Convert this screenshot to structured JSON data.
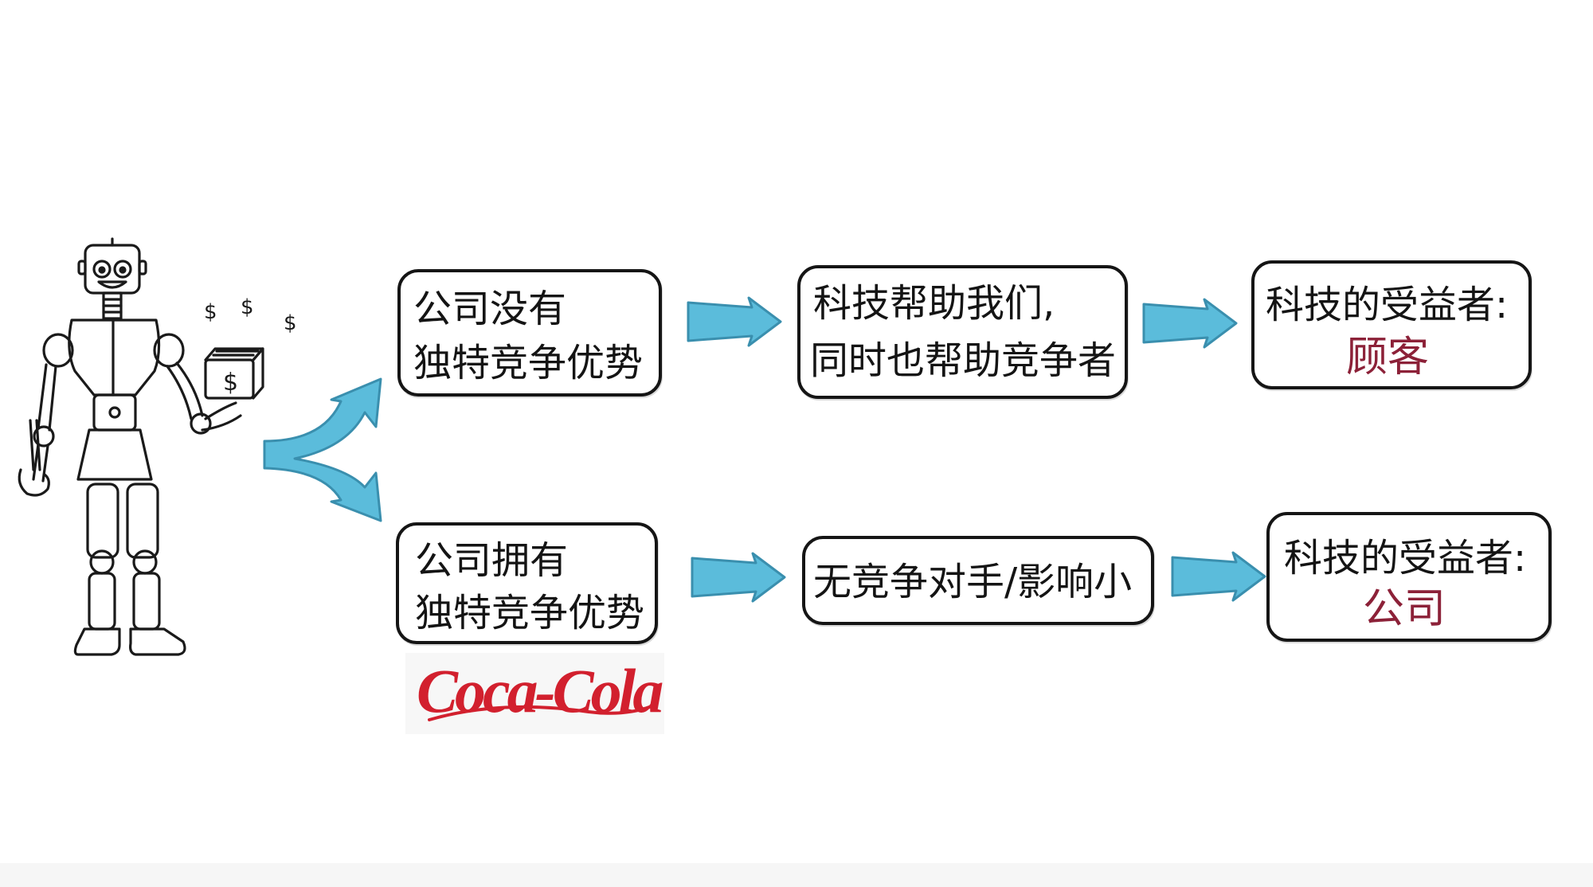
{
  "colors": {
    "arrow_fill": "#5bbcdb",
    "arrow_stroke": "#3a8fae",
    "box_border": "#151515",
    "accent_text": "#8c2138",
    "logo_red": "#d2202e",
    "background": "#ffffff"
  },
  "icons": {
    "robot": "robot-holding-money-box-icon",
    "logo": "coca-cola-logo"
  },
  "diagram": {
    "top_row": {
      "cause": [
        "公司没有",
        "独特竞争优势"
      ],
      "effect": [
        "科技帮助我们,",
        "同时也帮助竞争者"
      ],
      "beneficiary": {
        "label": "科技的受益者:",
        "value": "顾客"
      }
    },
    "bottom_row": {
      "cause": [
        "公司拥有",
        "独特竞争优势"
      ],
      "effect": [
        "无竞争对手/影响小"
      ],
      "beneficiary": {
        "label": "科技的受益者:",
        "value": "公司"
      }
    },
    "logo_text": "Coca-Cola"
  }
}
